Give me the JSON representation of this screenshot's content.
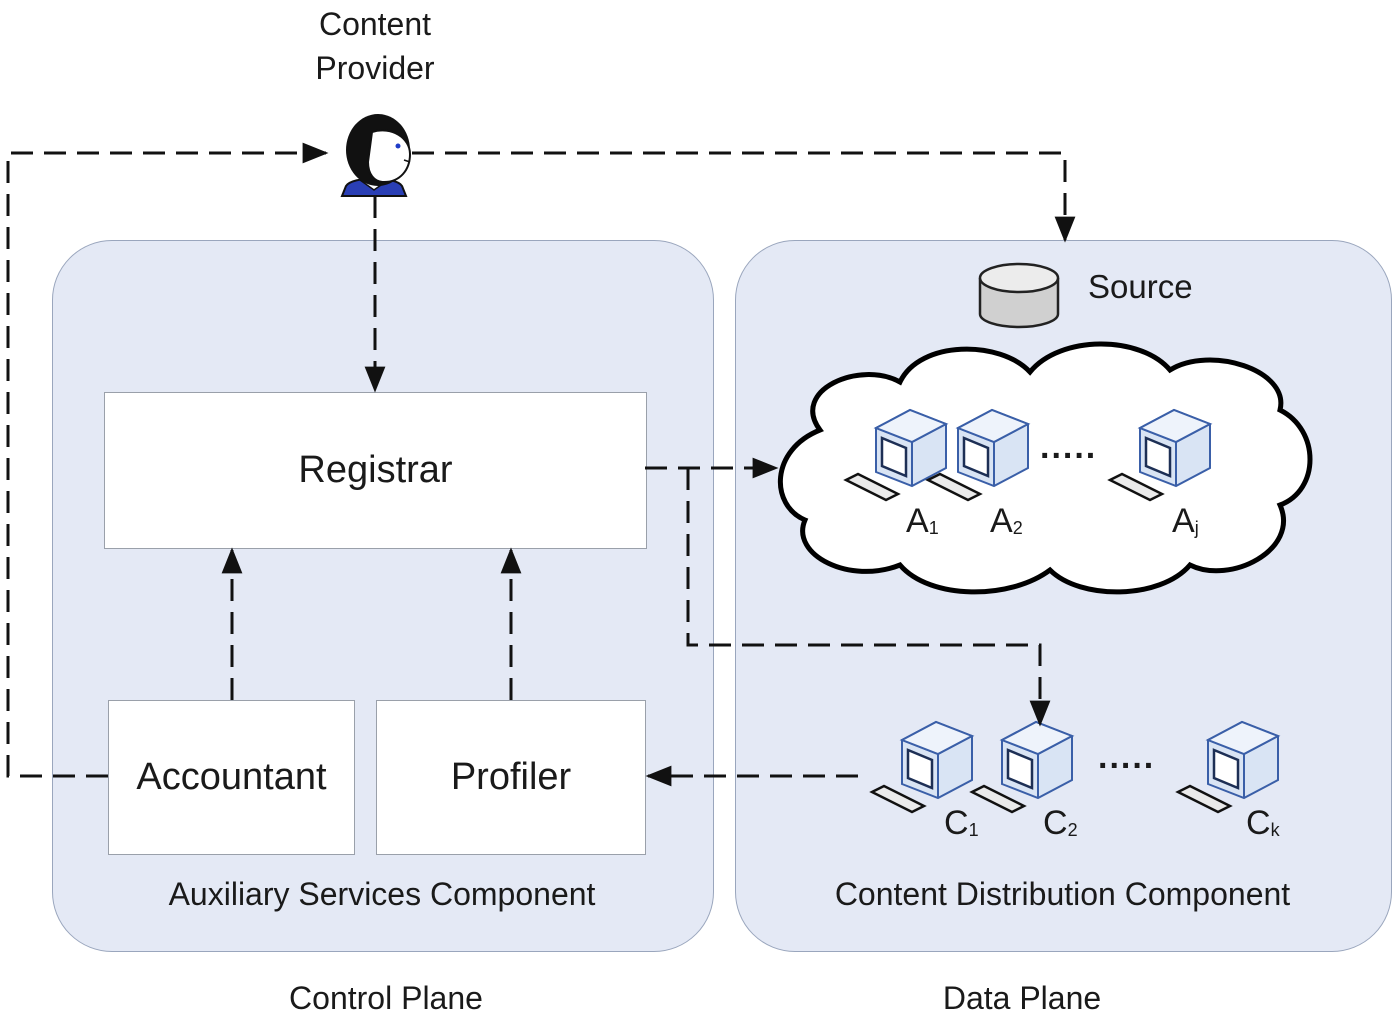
{
  "content_provider": {
    "line1": "Content",
    "line2": "Provider"
  },
  "control_plane": {
    "component_label": "Auxiliary Services Component",
    "plane_label": "Control Plane",
    "registrar": "Registrar",
    "accountant": "Accountant",
    "profiler": "Profiler"
  },
  "data_plane": {
    "component_label": "Content Distribution Component",
    "plane_label": "Data Plane",
    "source": "Source",
    "dots": ".....",
    "a_nodes": [
      {
        "letter": "A",
        "sub": "1"
      },
      {
        "letter": "A",
        "sub": "2"
      },
      {
        "letter": "A",
        "sub": "j"
      }
    ],
    "c_nodes": [
      {
        "letter": "C",
        "sub": "1"
      },
      {
        "letter": "C",
        "sub": "2"
      },
      {
        "letter": "C",
        "sub": "k"
      }
    ]
  }
}
